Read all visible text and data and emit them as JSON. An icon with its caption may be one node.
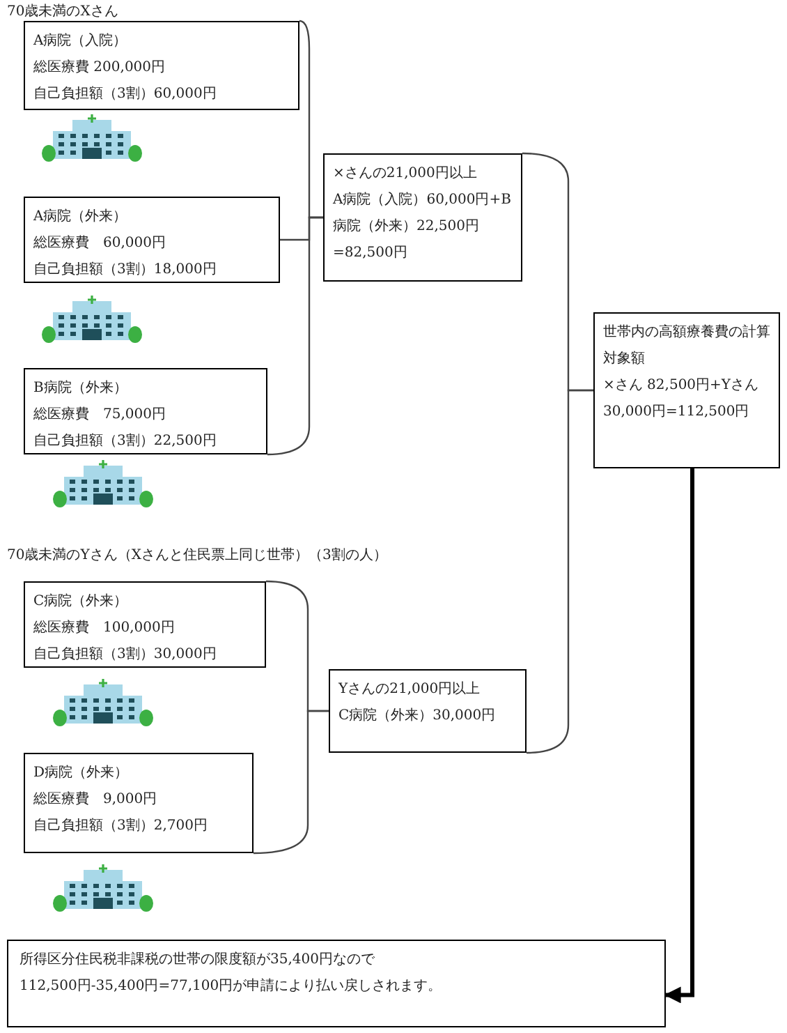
{
  "diagram": {
    "nodes": [
      {
        "text": [
          "A病院（入院）",
          "総医療費 200,000円",
          "自己負担額（3割）60,000円"
        ]
      },
      {
        "text": [
          "A病院（外来）",
          "総医療費　60,000円",
          "自己負担額（3割）18,000円"
        ]
      },
      {
        "text": [
          "B病院（外来）",
          "総医療費　75,000円",
          "自己負担額（3割）22,500円"
        ]
      },
      {
        "text": [
          "×さんの21,000円以上",
          "A病院（入院）60,000円+B病院（外来）22,500円=82,500円"
        ]
      },
      {
        "text": [
          "C病院（外来）",
          "総医療費　100,000円",
          "自己負担額（3割）30,000円"
        ]
      },
      {
        "text": [
          "D病院（外来）",
          "総医療費　9,000円",
          "自己負担額（3割）2,700円"
        ]
      },
      {
        "text": [
          "Yさんの21,000円以上",
          "C病院（外来）30,000円"
        ]
      },
      {
        "text": [
          "世帯内の高額療養費の計算対象額",
          "×さん 82,500円+Yさん 30,000円=112,500円"
        ]
      },
      {
        "text": [
          "所得区分住民税非課税の世帯の限度額が35,400円なので",
          "112,500円-35,400円=77,100円が申請により払い戻しされます。"
        ]
      }
    ],
    "edges": [
      {
        "from": 0,
        "to": 3,
        "arrow": "none"
      },
      {
        "from": 1,
        "to": 3,
        "arrow": "none"
      },
      {
        "from": 2,
        "to": 3,
        "arrow": "none"
      },
      {
        "from": 4,
        "to": 6,
        "arrow": "none"
      },
      {
        "from": 5,
        "to": 6,
        "arrow": "none"
      },
      {
        "from": 3,
        "to": 7,
        "arrow": "none"
      },
      {
        "from": 6,
        "to": 7,
        "arrow": "none"
      },
      {
        "from": 7,
        "to": 8,
        "arrow": "to",
        "style": "thick"
      }
    ],
    "labels": [
      "70歳未満のXさん",
      "70歳未満のYさん（Xさんと住民票上同じ世帯）（3割の人）"
    ]
  }
}
